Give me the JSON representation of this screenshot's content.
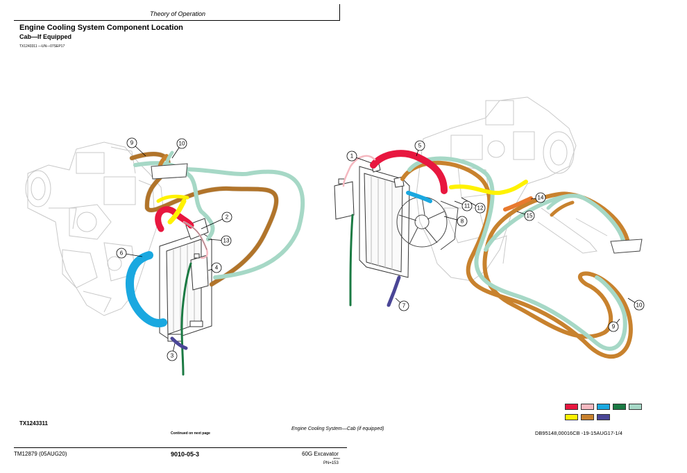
{
  "header": {
    "section": "Theory of Operation",
    "title": "Engine Cooling System Component Location",
    "subtitle": "Cab—If Equipped",
    "figure_ref_top": "TX1243311 —UN—07SEP17"
  },
  "figure": {
    "id_label": "TX1243311",
    "continued": "Continued on next page",
    "caption": "Engine Cooling System—Cab (if equipped)",
    "docref": "DB95148,00016CB -19-15AUG17-1/4",
    "left_callouts": [
      "9",
      "10",
      "2",
      "13",
      "6",
      "4",
      "3"
    ],
    "right_callouts": [
      "1",
      "5",
      "11",
      "12",
      "8",
      "14",
      "15",
      "7",
      "10",
      "9"
    ],
    "legend_colors": [
      "#e8173f",
      "#f5b8c0",
      "#1aa8e0",
      "#1b7a43",
      "#a6d8c6",
      "#fff200",
      "#c8822e",
      "#4a4696"
    ]
  },
  "footer": {
    "manual": "TM12879 (05AUG20)",
    "page": "9010-05-3",
    "model": "60G Excavator",
    "model_sub": "080520",
    "pn": "PN=153"
  }
}
